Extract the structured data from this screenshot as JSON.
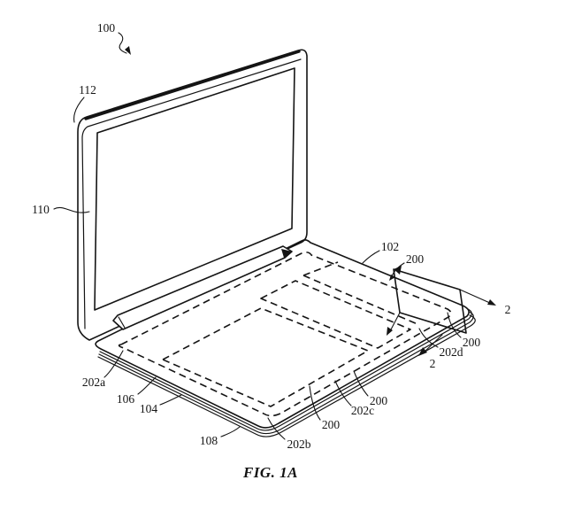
{
  "figure": {
    "caption": "FIG. 1A",
    "colors": {
      "ink": "#141414",
      "background": "#ffffff"
    },
    "labels": {
      "l100": "100",
      "l112": "112",
      "l110": "110",
      "l102": "102",
      "l200_top": "200",
      "l200_right": "200",
      "l200_mid": "200",
      "l200_front": "200",
      "l202a": "202a",
      "l202b": "202b",
      "l202c": "202c",
      "l202d": "202d",
      "l104": "104",
      "l106": "106",
      "l108": "108",
      "l2_top": "2",
      "l2_bottom": "2"
    }
  }
}
